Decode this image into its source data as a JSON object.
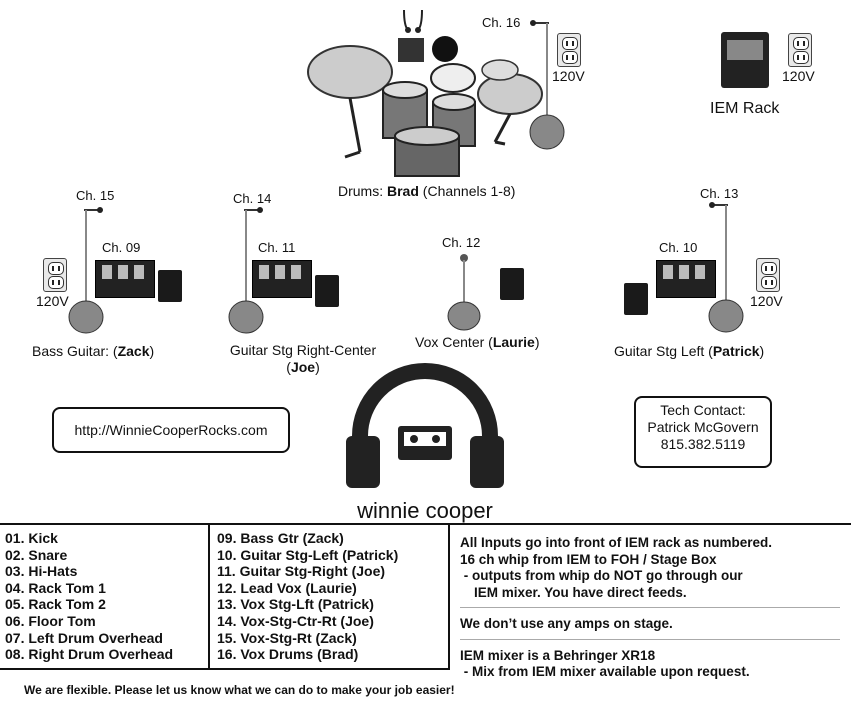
{
  "drums": {
    "channel": "Ch. 16",
    "voltage": "120V",
    "label_prefix": "Drums: ",
    "name": "Brad",
    "label_suffix": " (Channels 1-8)"
  },
  "iem_rack": {
    "label": "IEM Rack",
    "voltage": "120V"
  },
  "bass": {
    "mic_ch": "Ch. 15",
    "pack_ch": "Ch. 09",
    "voltage": "120V",
    "label_prefix": "Bass Guitar: (",
    "name": "Zack",
    "label_suffix": ")"
  },
  "gtr_rc": {
    "mic_ch": "Ch. 14",
    "pack_ch": "Ch. 11",
    "label_line1": "Guitar Stg Right-Center",
    "label_prefix": "(",
    "name": "Joe",
    "label_suffix": ")"
  },
  "vox": {
    "mic_ch": "Ch. 12",
    "label_prefix": "Vox Center (",
    "name": "Laurie",
    "label_suffix": ")"
  },
  "gtr_l": {
    "mic_ch": "Ch. 13",
    "pack_ch": "Ch. 10",
    "voltage": "120V",
    "label_prefix": "Guitar Stg Left (",
    "name": "Patrick",
    "label_suffix": ")"
  },
  "website": "http://WinnieCooperRocks.com",
  "tech": {
    "title": "Tech Contact:",
    "name": "Patrick McGovern",
    "phone": "815.382.5119"
  },
  "logo_text": "winnie cooper",
  "inputs_left": [
    "01. Kick",
    "02. Snare",
    "03. Hi-Hats",
    "04. Rack Tom 1",
    "05. Rack Tom 2",
    "06. Floor Tom",
    "07. Left Drum Overhead",
    "08. Right Drum Overhead"
  ],
  "inputs_right": [
    "09. Bass Gtr (Zack)",
    "10. Guitar Stg-Left (Patrick)",
    "11. Guitar Stg-Right (Joe)",
    "12. Lead Vox (Laurie)",
    "13. Vox Stg-Lft (Patrick)",
    "14. Vox-Stg-Ctr-Rt (Joe)",
    "15. Vox-Stg-Rt (Zack)",
    "16. Vox Drums (Brad)"
  ],
  "notes": {
    "n1": "All Inputs go into front of IEM rack as numbered.",
    "n2": "16 ch whip from IEM to FOH / Stage Box",
    "n3": " - outputs from whip do NOT go through our",
    "n4": "IEM mixer. You have direct feeds.",
    "n5": "We don’t use any amps on stage.",
    "n6": "IEM mixer is a Behringer XR18",
    "n7": " - Mix from IEM mixer available upon request."
  },
  "footer": "We are flexible. Please let us know what we can do to make your job easier!"
}
